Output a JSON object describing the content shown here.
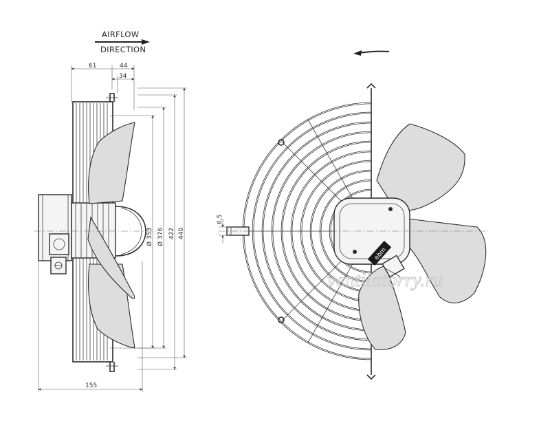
{
  "airflow": {
    "line1": "AIRFLOW",
    "line2": "DIRECTION"
  },
  "dimensions": {
    "d61": "61",
    "d44": "44",
    "d34": "34",
    "d155": "155",
    "dia353": "Ø 353",
    "dia376": "Ø 376",
    "h422": "422",
    "h440": "440",
    "shaft": "6,5"
  },
  "label_plate": "ebm",
  "watermark": "ventilatorry.ru",
  "icons": [
    "airflow-arrow-icon",
    "rotation-arrow-icon"
  ]
}
